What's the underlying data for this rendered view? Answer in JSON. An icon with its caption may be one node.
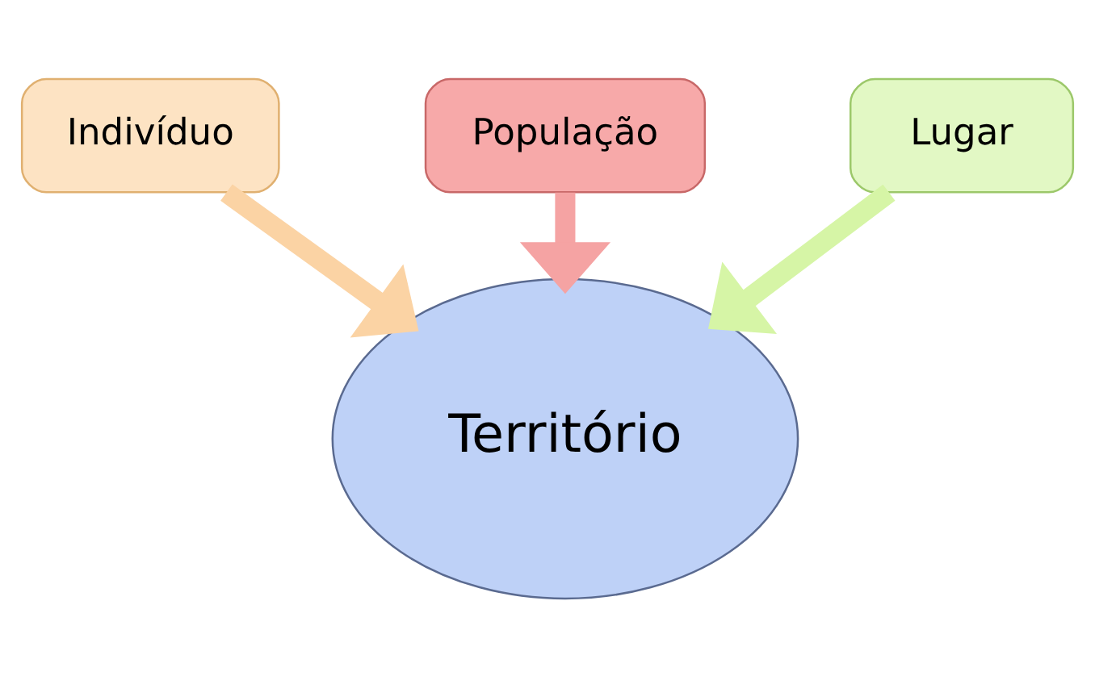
{
  "diagram": {
    "nodes": [
      {
        "text": [
          "Indivíduo"
        ]
      },
      {
        "text": [
          "População"
        ]
      },
      {
        "text": [
          "Lugar"
        ]
      },
      {
        "text": [
          "Território"
        ]
      }
    ],
    "edges": [
      {
        "from": 0,
        "to": 3,
        "arrow": "to",
        "color": "#fbd3a4"
      },
      {
        "from": 1,
        "to": 3,
        "arrow": "to",
        "color": "#f5a3a3"
      },
      {
        "from": 2,
        "to": 3,
        "arrow": "to",
        "color": "#d6f5a6"
      }
    ]
  }
}
